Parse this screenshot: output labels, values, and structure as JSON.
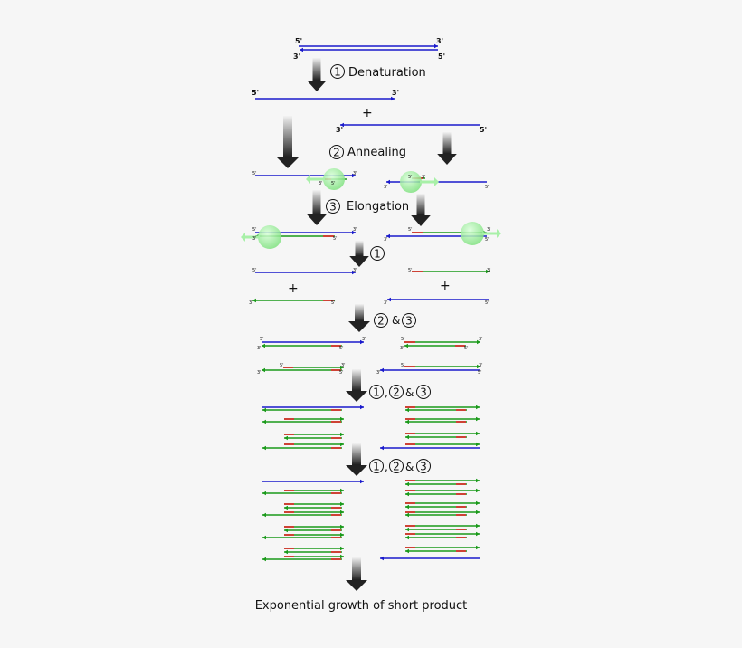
{
  "colors": {
    "template": "#1a1acc",
    "new_strand": "#1a9a1a",
    "primer": "#e02020",
    "polymerase": "#8ff08f",
    "arrow_dark": "#222222",
    "background": "#f6f6f6"
  },
  "labels": {
    "five": "5'",
    "three": "3'",
    "plus": "+",
    "amp": "&",
    "comma": ","
  },
  "steps": {
    "denaturation": {
      "number": "1",
      "name": "Denaturation"
    },
    "annealing": {
      "number": "2",
      "name": "Annealing"
    },
    "elongation": {
      "number": "3",
      "name": "Elongation"
    }
  },
  "cycle_markers": {
    "one": "1",
    "two": "2",
    "three": "3"
  },
  "footer": "Exponential growth of short product"
}
